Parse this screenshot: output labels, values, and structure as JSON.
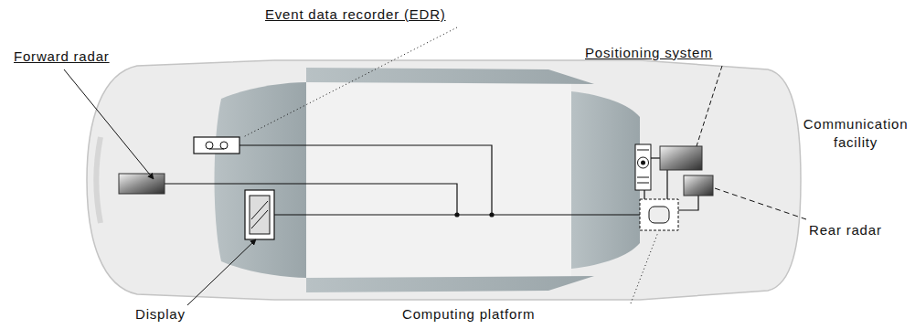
{
  "diagram": {
    "labels": [
      "Event data recorder (EDR)",
      "Positioning system",
      "Communication facility",
      "Forward radar",
      "Rear radar",
      "Display",
      "Computing platform"
    ]
  }
}
